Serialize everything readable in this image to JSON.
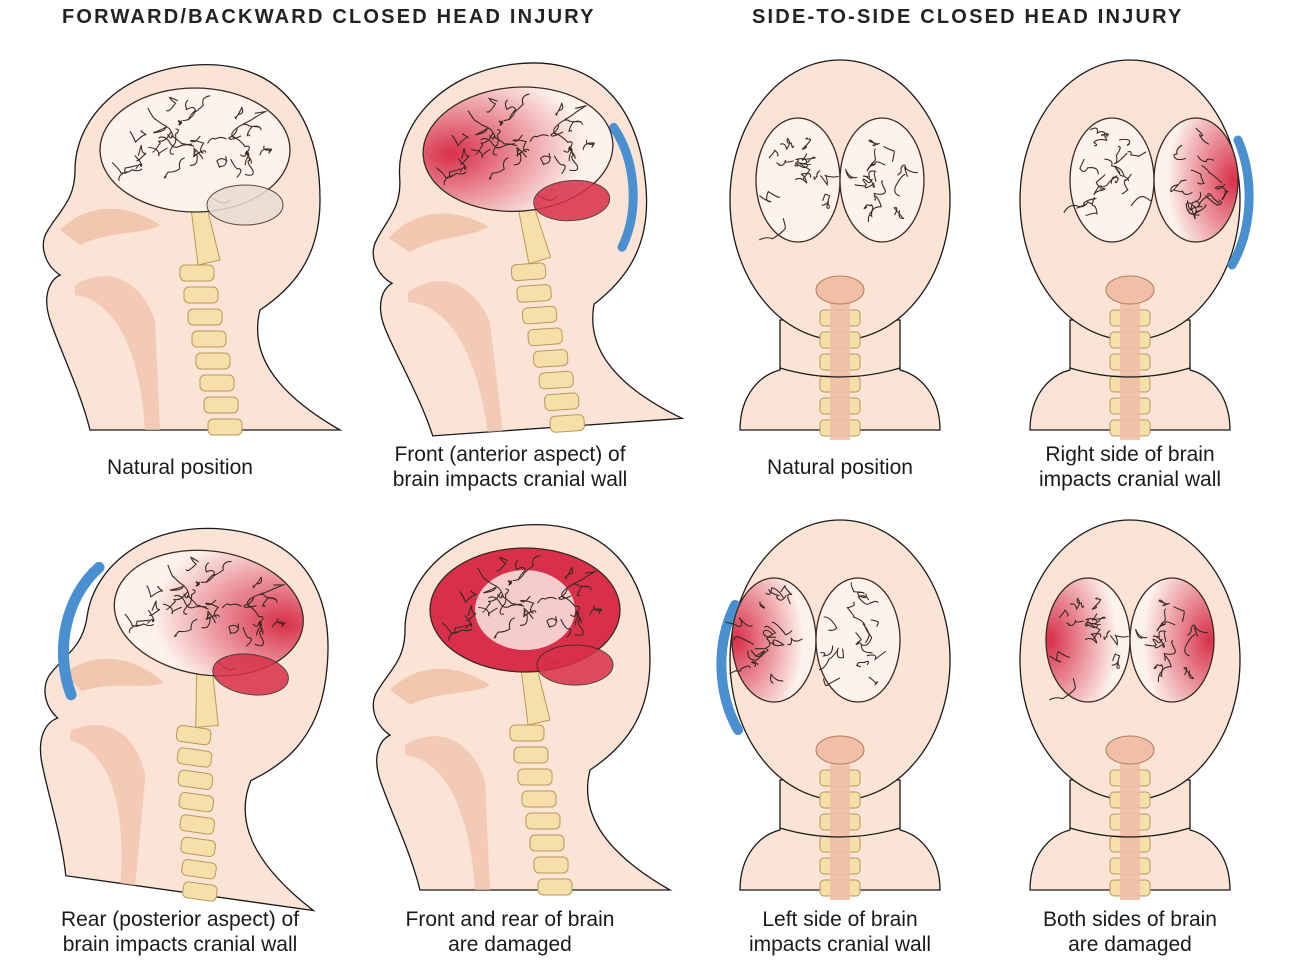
{
  "sections": {
    "left_title": "FORWARD/BACKWARD CLOSED HEAD INJURY",
    "right_title": "SIDE-TO-SIDE CLOSED HEAD INJURY"
  },
  "panels": [
    {
      "view": "side",
      "impact": "none",
      "caption": [
        "Natural position"
      ]
    },
    {
      "view": "side",
      "impact": "front",
      "caption": [
        "Front (anterior aspect) of",
        "brain impacts cranial wall"
      ]
    },
    {
      "view": "back",
      "impact": "none",
      "caption": [
        "Natural position"
      ]
    },
    {
      "view": "back",
      "impact": "right",
      "caption": [
        "Right side of brain",
        "impacts cranial wall"
      ]
    },
    {
      "view": "side",
      "impact": "rear",
      "caption": [
        "Rear (posterior aspect) of",
        "brain impacts cranial wall"
      ]
    },
    {
      "view": "side",
      "impact": "both",
      "caption": [
        "Front and rear of brain",
        "are damaged"
      ]
    },
    {
      "view": "back",
      "impact": "left",
      "caption": [
        "Left side of brain",
        "impacts cranial wall"
      ]
    },
    {
      "view": "back",
      "impact": "both",
      "caption": [
        "Both sides of brain",
        "are damaged"
      ]
    }
  ],
  "colors": {
    "skin": "#fbe3d6",
    "skin_dark": "#f0bfa6",
    "brain": "#fdf3ec",
    "damage": "#d8304a",
    "impact": "#4a90d0",
    "spine": "#f6dfa8",
    "outline": "#1a1a1a"
  }
}
